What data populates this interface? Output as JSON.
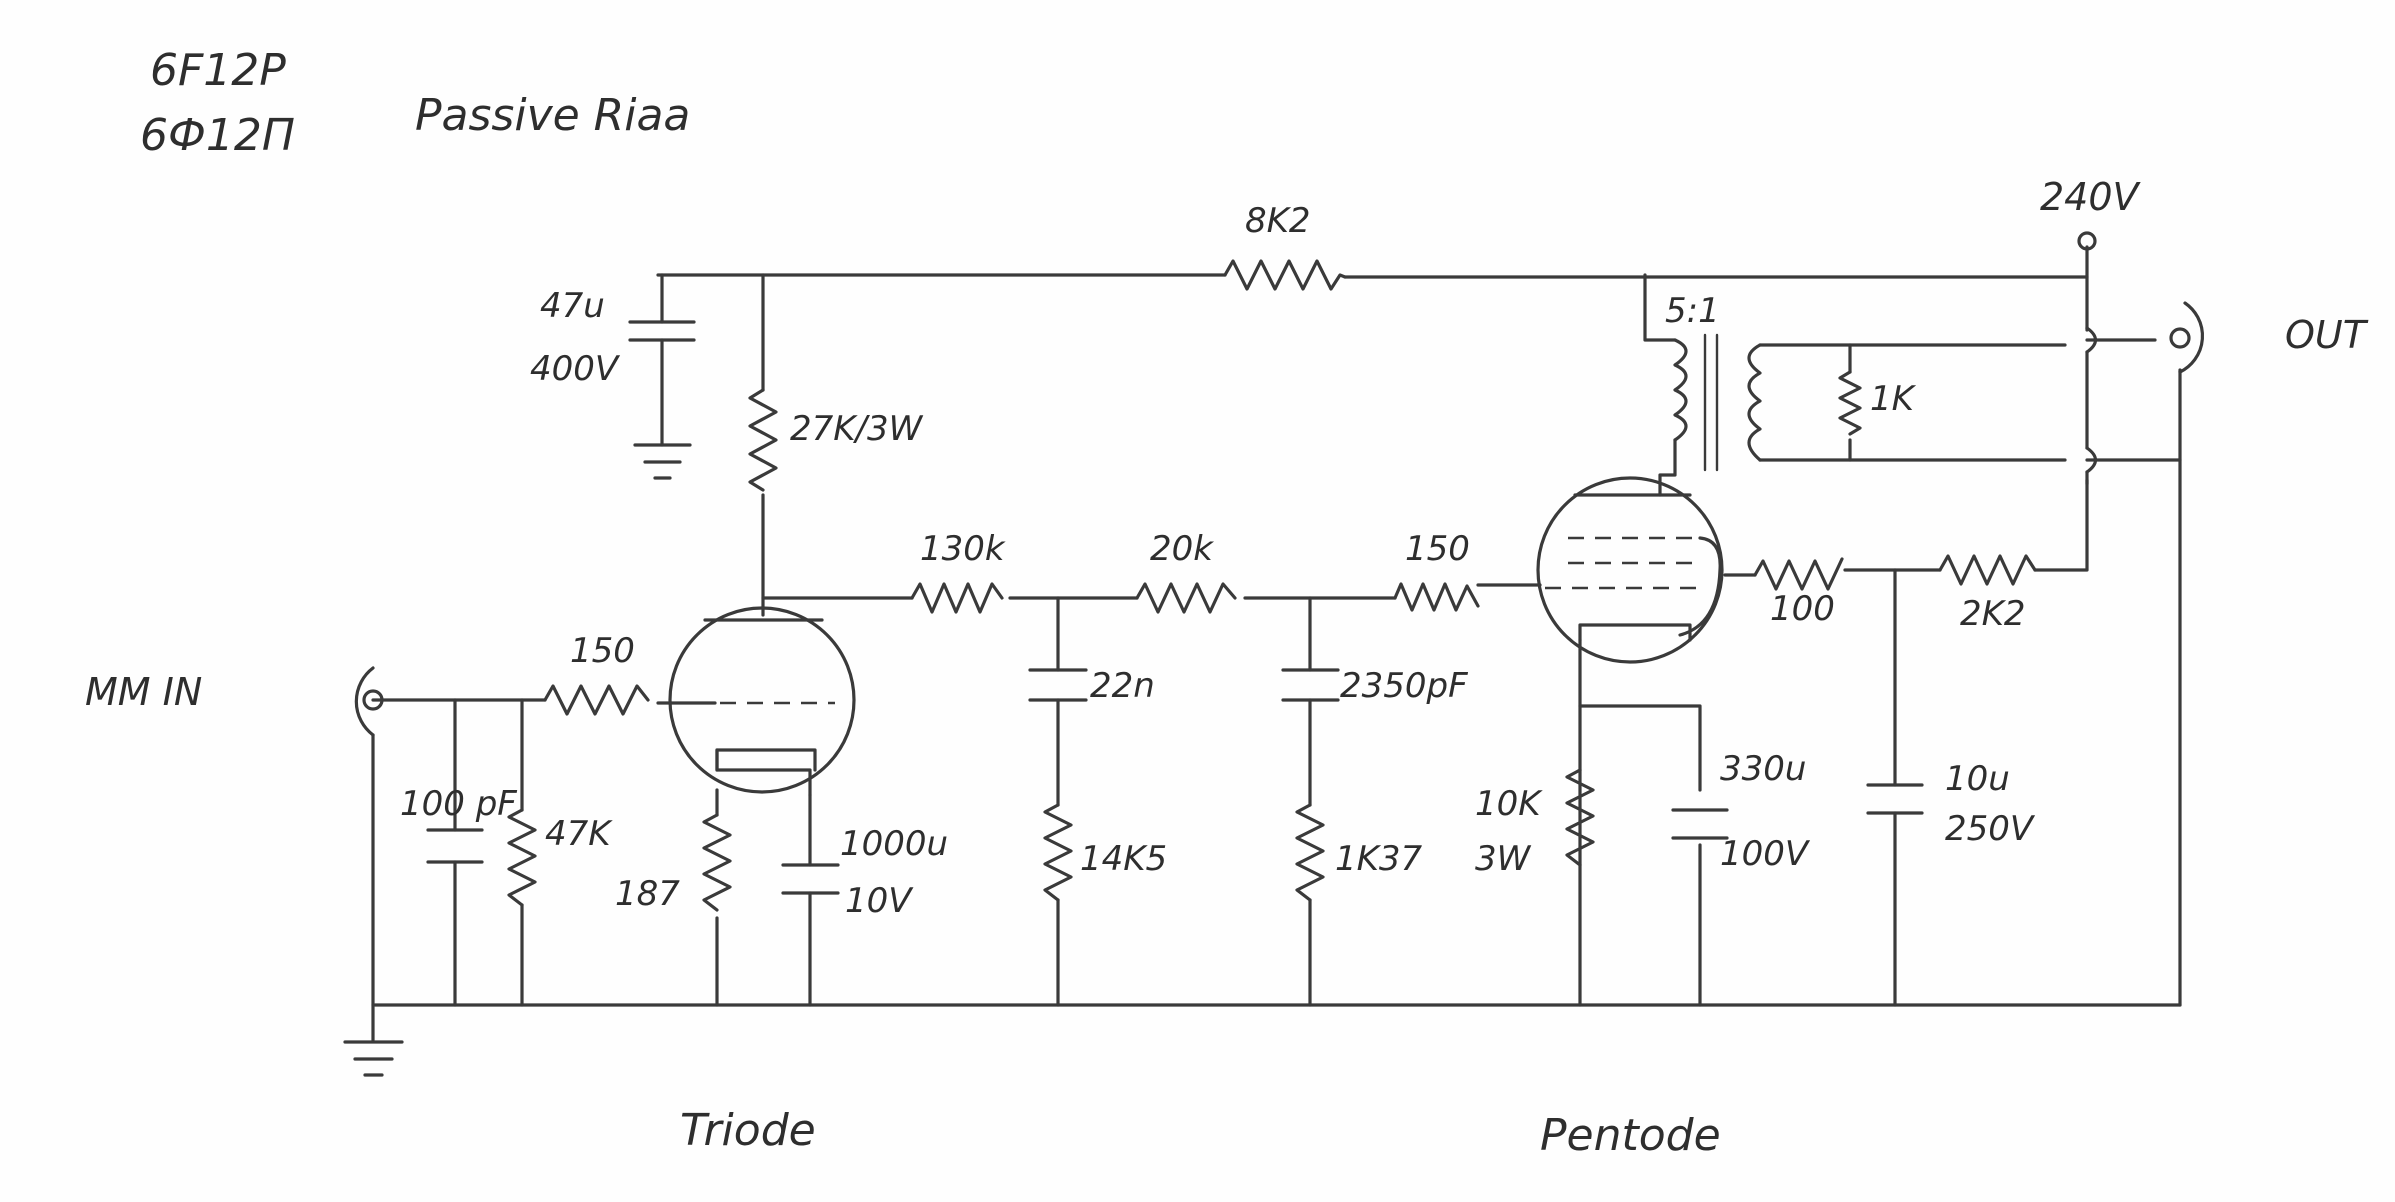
{
  "header": {
    "tube_name_latin": "6F12P",
    "tube_name_cyrillic": "6Ф12П",
    "subtitle": "Passive Riaa"
  },
  "supply": {
    "voltage_label": "240V"
  },
  "connectors": {
    "input": "MM IN",
    "output": "OUT"
  },
  "stages": {
    "first": "Triode",
    "second": "Pentode"
  },
  "parts": {
    "r_supply_series": "8K2",
    "c_filter_value": "47u",
    "c_filter_voltage": "400V",
    "r_anode": "27K/3W",
    "r_grid_stopper_in": "150",
    "c_input": "100 pF",
    "r_input": "47K",
    "r_cathode_triode": "187",
    "c_cathode_triode_value": "1000u",
    "c_cathode_triode_voltage": "10V",
    "r_riaa_1": "130k",
    "r_riaa_2": "20k",
    "r_grid_stopper_pentode": "150",
    "c_riaa_1": "22n",
    "c_riaa_2": "2350pF",
    "r_riaa_3": "14K5",
    "r_riaa_4": "1K37",
    "transformer_ratio": "5:1",
    "r_secondary_load": "1K",
    "r_screen_stopper": "100",
    "r_screen_dropper": "2K2",
    "r_cathode_pentode_value": "10K",
    "r_cathode_pentode_power": "3W",
    "c_cathode_pentode_value": "330u",
    "c_cathode_pentode_voltage": "100V",
    "c_screen_value": "10u",
    "c_screen_voltage": "250V"
  }
}
